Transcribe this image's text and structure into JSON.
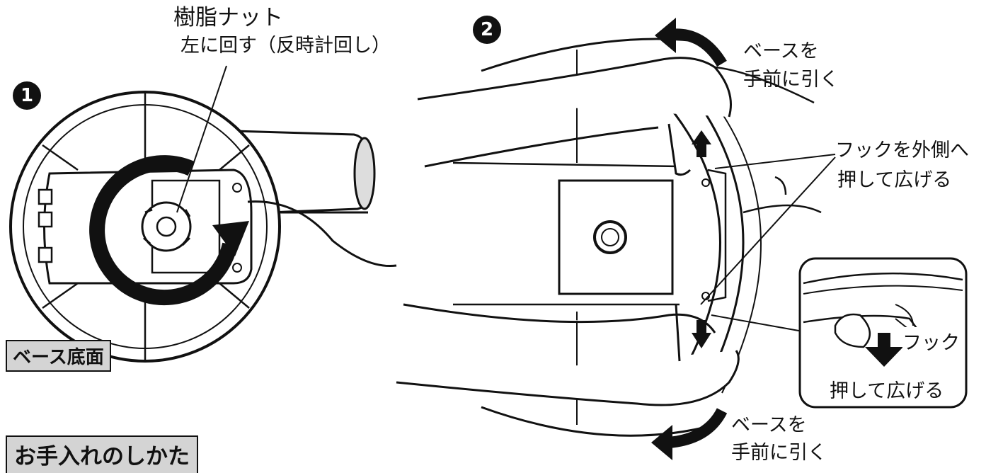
{
  "section_title": "お手入れのしかた",
  "step1": {
    "number": "1",
    "nut_label": "樹脂ナット",
    "nut_instruction": "左に回す（反時計回し）",
    "base_bottom_label": "ベース底面"
  },
  "step2": {
    "number": "2",
    "pull_top_line1": "ベースを",
    "pull_top_line2": "手前に引く",
    "hook_line1": "フックを外側へ",
    "hook_line2": "押して広げる",
    "pull_bottom_line1": "ベースを",
    "pull_bottom_line2": "手前に引く",
    "inset_hook": "フック",
    "inset_push": "押して広げる"
  },
  "colors": {
    "ink": "#111111",
    "label_bg": "#d4d4d4",
    "paper": "#ffffff"
  }
}
